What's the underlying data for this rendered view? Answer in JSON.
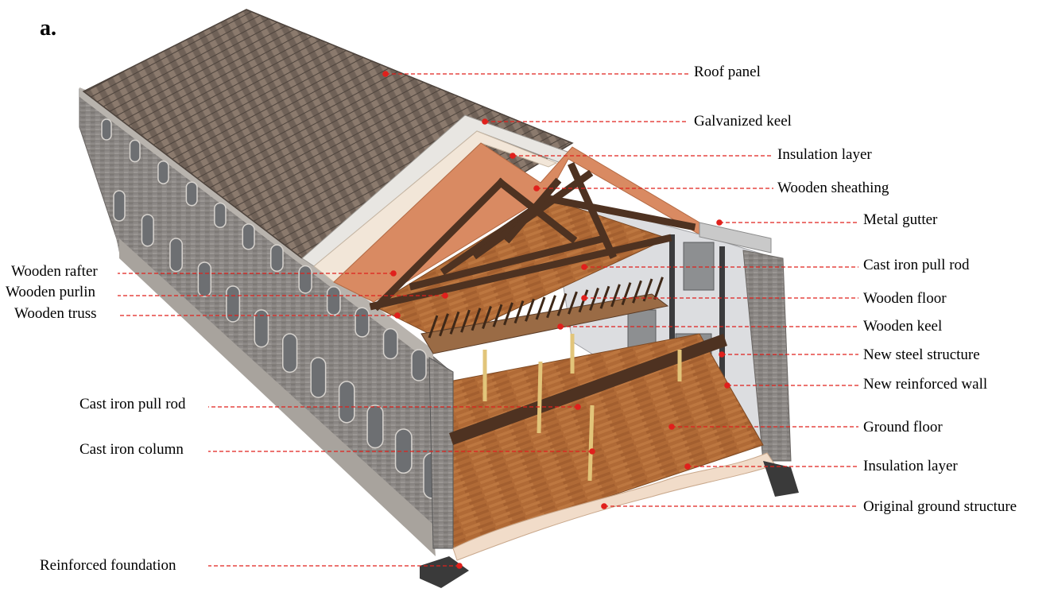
{
  "panel_letter": "a.",
  "labels_right": [
    "Roof panel",
    "Galvanized keel",
    "Insulation layer",
    "Wooden sheathing",
    "Metal gutter",
    "Cast iron pull rod",
    "Wooden floor",
    "Wooden keel",
    "New steel structure",
    "New reinforced wall",
    "Ground floor",
    "Insulation layer",
    "Original ground structure"
  ],
  "labels_left": [
    "Wooden rafter",
    "Wooden purlin",
    "Wooden truss",
    "Cast iron pull rod",
    "Cast iron column",
    "Reinforced foundation"
  ],
  "colors": {
    "leader": "#e0201c",
    "roof": "#7d6e63",
    "brick": "#8f8b88",
    "timber": "#5a3b26",
    "floor": "#b26b38",
    "sheathing": "#d98a62",
    "insulation": "#eee3d6"
  }
}
